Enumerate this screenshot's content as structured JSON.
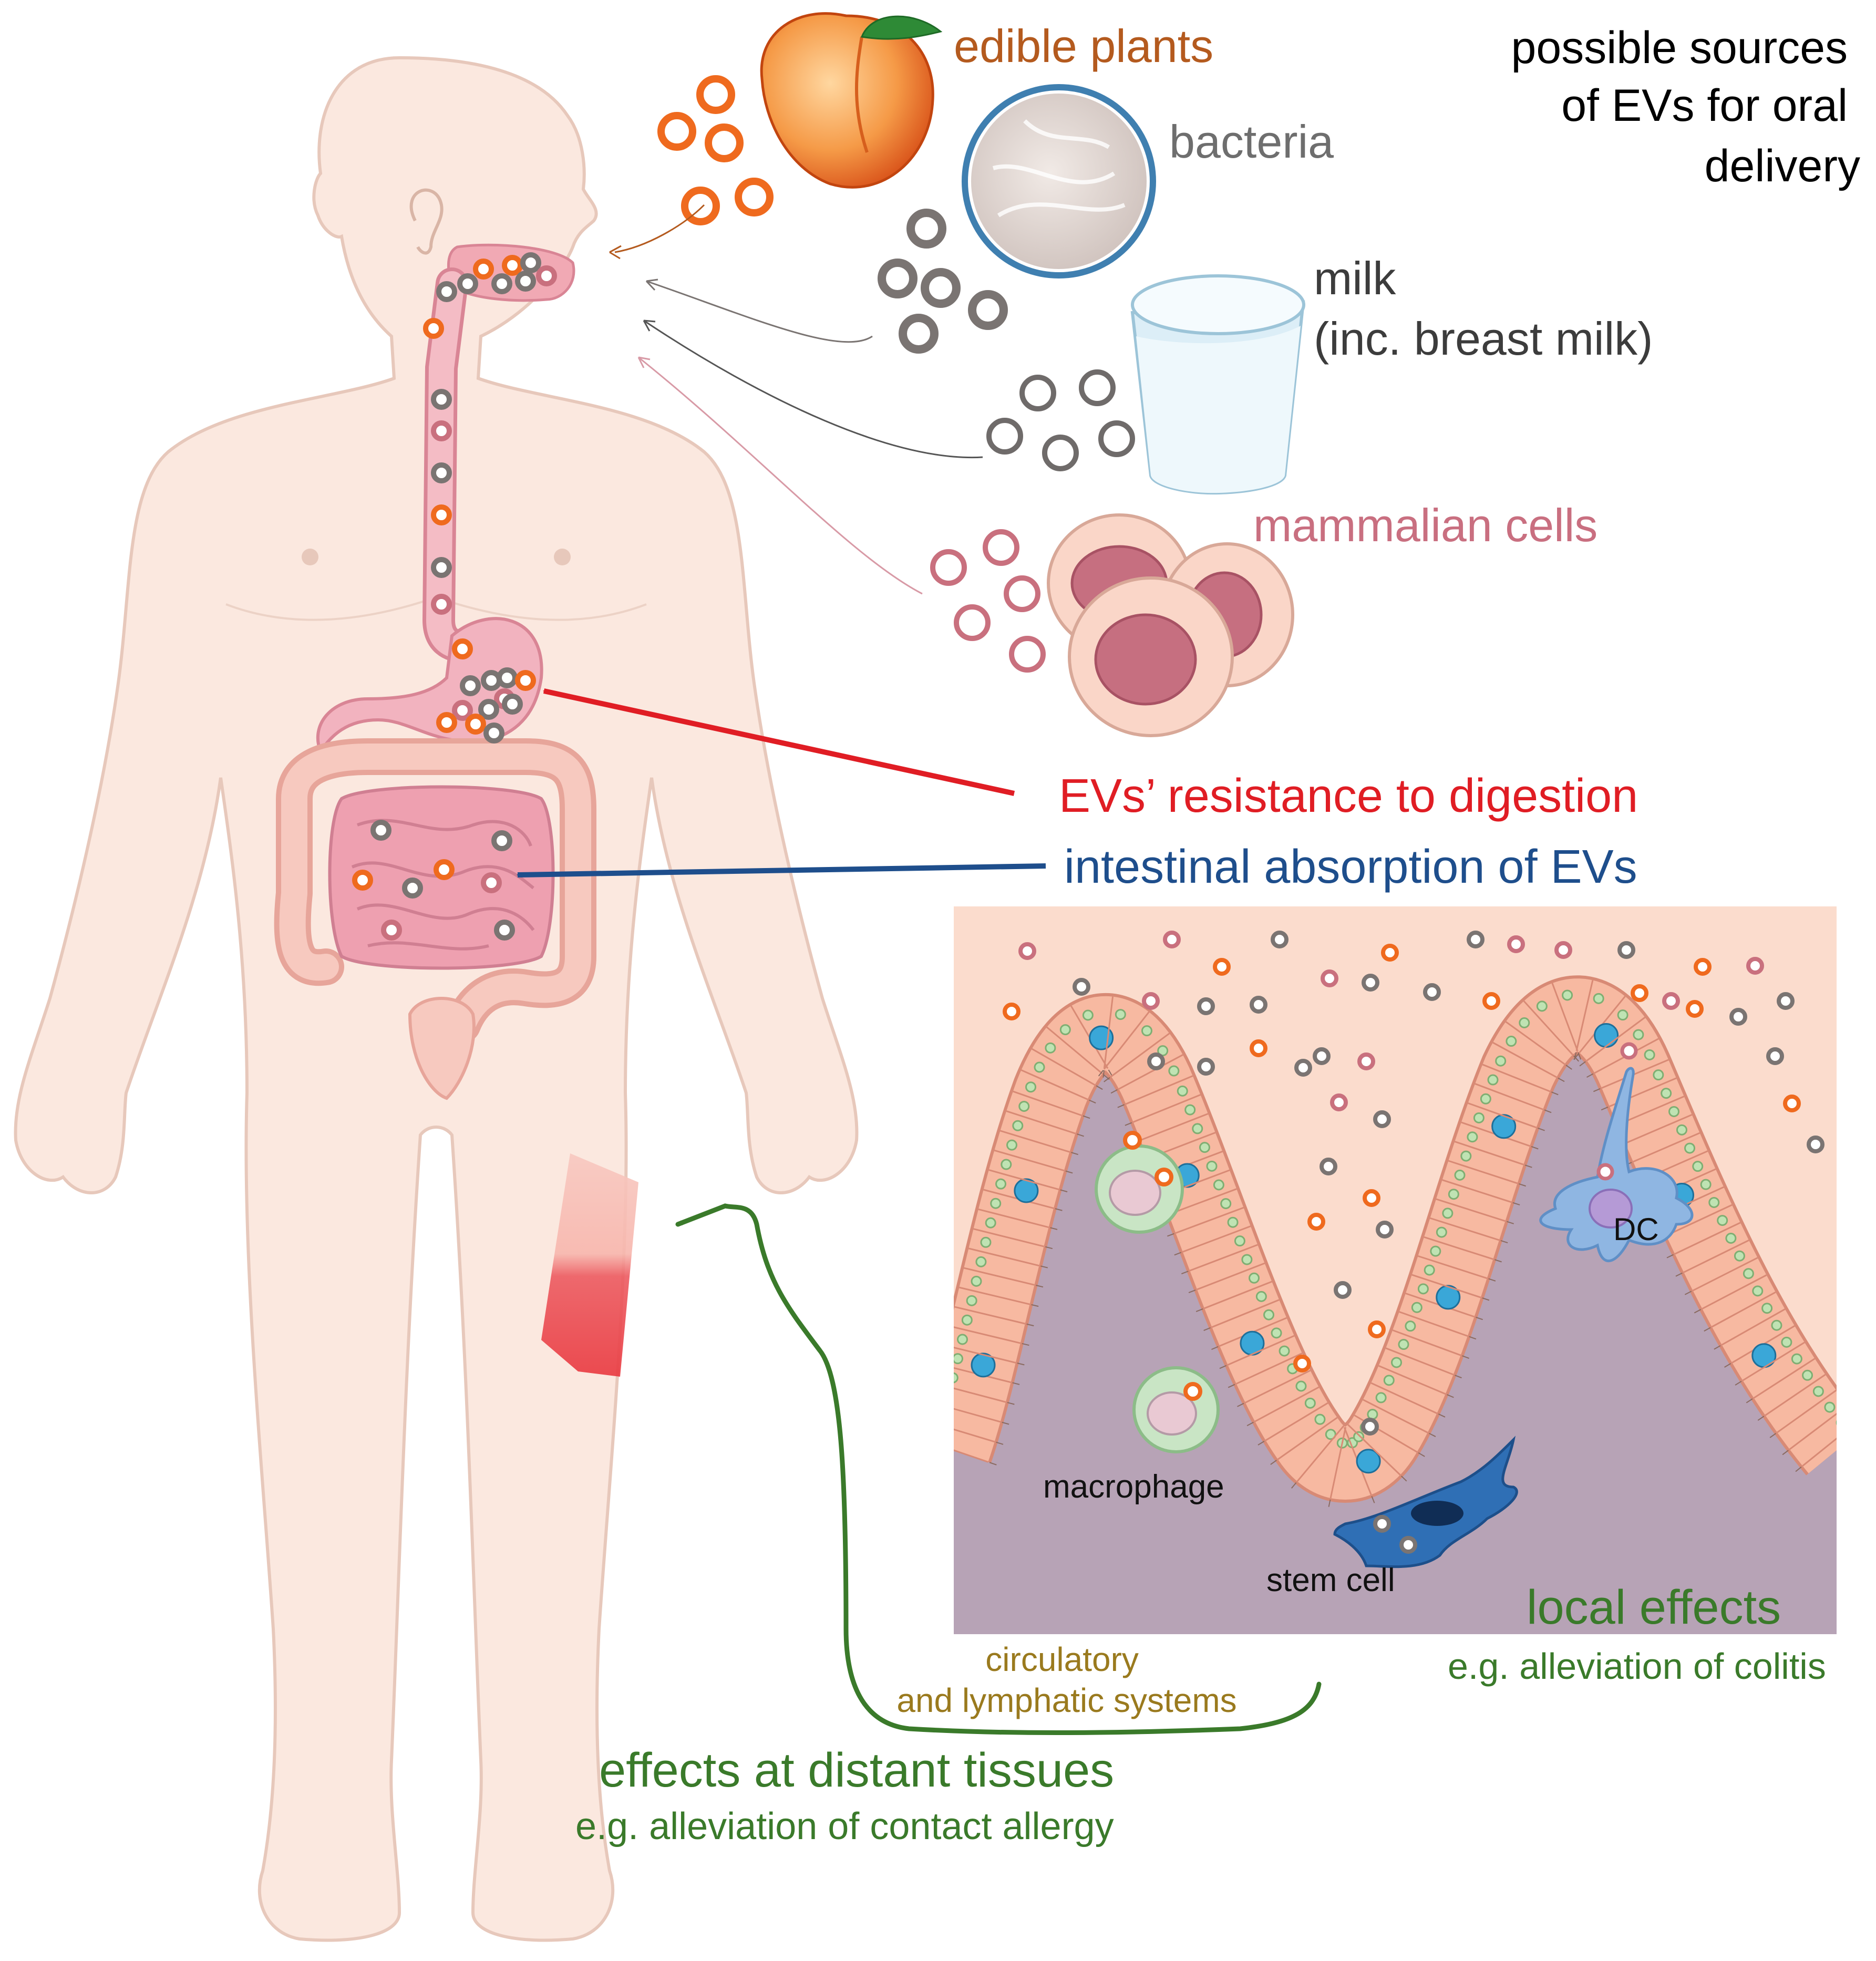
{
  "sources_heading": [
    "possible sources",
    "of EVs for oral",
    "delivery"
  ],
  "sources": {
    "plants": "edible plants",
    "bacteria": "bacteria",
    "milk_1": "milk",
    "milk_2": "(inc. breast milk)",
    "mammalian": "mammalian cells"
  },
  "arrows": {
    "digestion": "EVs’ resistance to digestion",
    "absorption": "intestinal absorption of EVs"
  },
  "inset": {
    "macrophage": "macrophage",
    "dc": "DC",
    "stem_cell": "stem cell",
    "local_effects": "local effects",
    "local_example": "e.g. alleviation of colitis"
  },
  "systems": [
    "circulatory",
    "and lymphatic systems"
  ],
  "distant": {
    "title": "effects at distant tissues",
    "example": "e.g. alleviation of contact allergy"
  },
  "colors": {
    "plants": "#b45a1e",
    "bacteria": "#6e6e6e",
    "milk": "#3c3c3c",
    "mammalian": "#c96f80",
    "digestion": "#e01d24",
    "absorption": "#1e4e8c",
    "green": "#3a7a2a",
    "systems": "#9a7a1e",
    "skin": "#fbe8df",
    "ev_orange": "#ef6a1e",
    "ev_grey": "#7a7472",
    "ev_pink": "#c9707e"
  }
}
